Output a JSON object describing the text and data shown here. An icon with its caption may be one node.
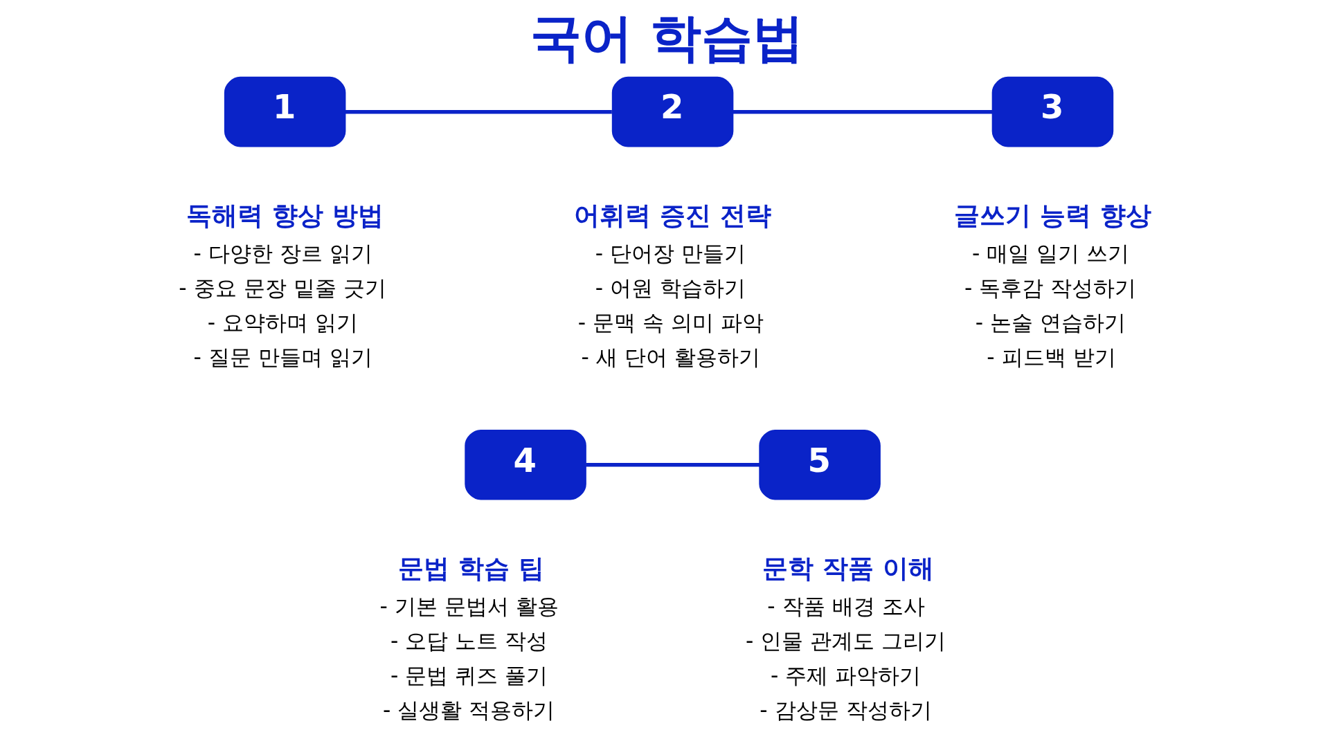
{
  "diagram": {
    "title": "국어 학습법",
    "nodes": [
      {
        "text": [
          "1"
        ],
        "beside": [
          "독해력 향상 방법",
          "- 다양한 장르 읽기",
          "- 중요 문장 밑줄 긋기",
          "- 요약하며 읽기",
          "- 질문 만들며 읽기"
        ]
      },
      {
        "text": [
          "2"
        ],
        "beside": [
          "어휘력 증진 전략",
          "- 단어장 만들기",
          "- 어원 학습하기",
          "- 문맥 속 의미 파악",
          "- 새 단어 활용하기"
        ]
      },
      {
        "text": [
          "3"
        ],
        "beside": [
          "글쓰기 능력 향상",
          "- 매일 일기 쓰기",
          "- 독후감 작성하기",
          "- 논술 연습하기",
          "- 피드백 받기"
        ]
      },
      {
        "text": [
          "4"
        ],
        "beside": [
          "문법 학습 팁",
          "- 기본 문법서 활용",
          "- 오답 노트 작성",
          "- 문법 퀴즈 풀기",
          "- 실생활 적용하기"
        ]
      },
      {
        "text": [
          "5"
        ],
        "beside": [
          "문학 작품 이해",
          "- 작품 배경 조사",
          "- 인물 관계도 그리기",
          "- 주제 파악하기",
          "- 감상문 작성하기"
        ]
      }
    ],
    "edges": [
      {
        "from": 0,
        "to": 1,
        "arrow": "none"
      },
      {
        "from": 1,
        "to": 2,
        "arrow": "none"
      },
      {
        "from": 3,
        "to": 4,
        "arrow": "none"
      }
    ]
  }
}
